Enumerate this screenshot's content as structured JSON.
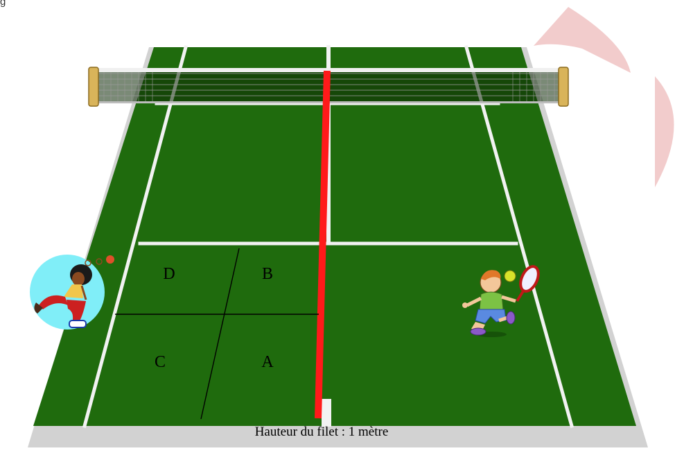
{
  "caption_top": "g",
  "zones": {
    "A": "A",
    "B": "B",
    "C": "C",
    "D": "D"
  },
  "net_caption": "Hauteur du filet : 1 mètre",
  "colors": {
    "court": "#1f6b0d",
    "apron": "#d2d2d2",
    "lines": "#f2f2f2",
    "net_marker": "#ff1a1a",
    "decor_arc": "#f2cccc"
  },
  "figures": {
    "left_player": "girl-tennis-player-icon",
    "right_player": "boy-tennis-player-icon"
  }
}
